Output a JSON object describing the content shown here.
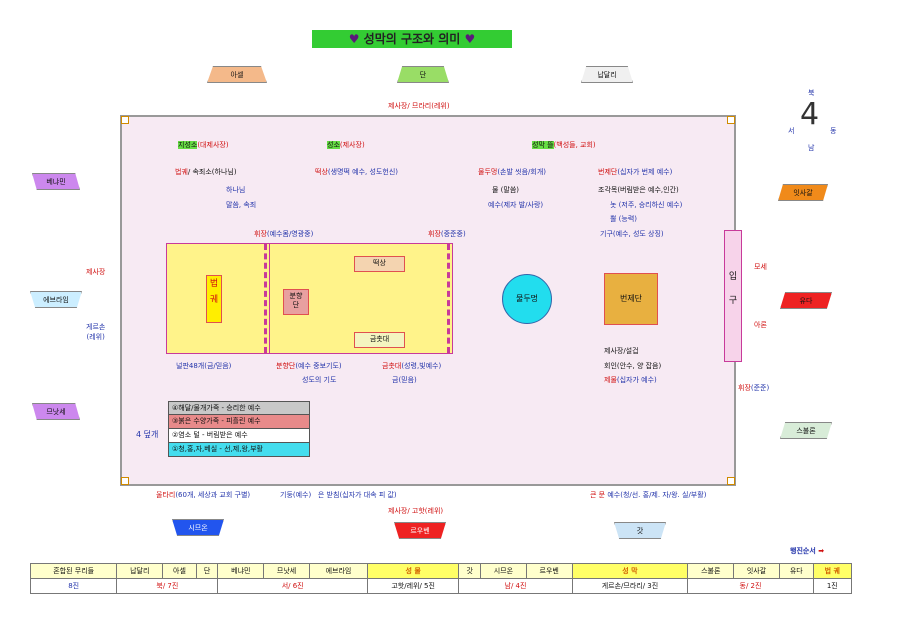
{
  "title": "성막의 구조와 의미",
  "tribes": {
    "asher": "아셀",
    "dan": "단",
    "naphtali": "납달리",
    "benjamin": "베냐민",
    "ephraim": "에브라임",
    "manasseh": "므낫세",
    "issachar": "잇사갈",
    "judah": "유다",
    "zebulun": "스불론",
    "simeon": "시므온",
    "reuben": "르우벤",
    "gad": "갓"
  },
  "sides": {
    "north": "제사장/ 므라리(레위)",
    "south": "제사장/ 고핫(레위)",
    "west_top": "제사장",
    "west_bottom": "게르손\n(레위)",
    "east_top": "모세",
    "east_bottom": "아론"
  },
  "compass": {
    "n": "북",
    "s": "남",
    "w": "서",
    "e": "동"
  },
  "headers": {
    "holiest_hl": "지성소",
    "holiest_rest": "(대제사장)",
    "holy_hl": "성소",
    "holy_rest": "(제사장)",
    "court_hl": "성막 뜰",
    "court_rest": "(백성들, 교회)"
  },
  "items": {
    "ark_red": "법궤",
    "ark_rest": "/ 속죄소(하나님)",
    "ark_sub1": "하나님",
    "ark_sub2": "말씀, 속죄",
    "table_red": "떡상",
    "table_rest": "(생명떡 예수, 성도헌신)",
    "laver_red": "물두멍",
    "laver_rest": "(손발 씻음/회개)",
    "laver_sub1": "물 (말씀)",
    "laver_sub2": "예수(제자 발/사랑)",
    "altar_red": "번제단",
    "altar_rest": "(십자가 번제 예수)",
    "altar_sub1": "조각목(버림받은 예수,인간)",
    "altar_sub2": "놋 (저주, 승리하신 예수)",
    "altar_sub3": "뿔 (능력)",
    "altar_sub4": "기구(예수, 성도 상징)",
    "veil1_red": "휘장",
    "veil1_rest": "(예수몸/영광중)",
    "veil2_red": "휘장",
    "veil2_rest": "(중준중)",
    "boards": "널판48개(금/믿음)",
    "incense_red": "분향단",
    "incense_rest": "(예수 중보기도)",
    "incense_sub": "성도의 기도",
    "lamp_red": "금촛대",
    "lamp_rest": "(성령,빛예수)",
    "lamp_sub": "금(믿음)",
    "priest1": "제사장/설겁",
    "priest2": "회인(안수, 양 잡음)",
    "priest3_red": "제물",
    "priest3_rest": "(십자가 예수)",
    "gate_veil_red": "휘장",
    "gate_veil_rest": "(준준)",
    "pillars_red": "울타리",
    "pillars_rest": "(60개, 세상과 교회 구별)",
    "pillar_mid": "기둥(예수)   은 받침(십자가 대속 피 값)",
    "gate_colors_red": "큰 문",
    "gate_colors_rest": " 예수(청/선. 홍/제. 자/왕. 실/부활)"
  },
  "boxes": {
    "ark": "법\n궤",
    "incense": "분향\n단",
    "table": "떡상",
    "lamp": "금촛대",
    "laver": "물두멍",
    "altar": "번제단",
    "gate": "입\n\n구"
  },
  "legend": {
    "title": "4 덮개",
    "rows": [
      "④해달/물개가죽 - 승리한 예수",
      "③붉은 수양가죽 - 피흘린 예수",
      "②염소 털 - 버림받은 예수",
      "①청,홍,자,베실 - 선,제,왕,부활"
    ],
    "colors": [
      "#c8c8c8",
      "#e88a8a",
      "#ffffff",
      "#44ddee"
    ]
  },
  "march_label": "행진순서",
  "bottom_table": {
    "top": [
      "혼합된 무리들",
      "납달리",
      "아셀",
      "단",
      "베냐민",
      "므낫세",
      "에브라임",
      "성 물",
      "갓",
      "시므온",
      "르우벤",
      "성 막",
      "스불론",
      "잇사갈",
      "유다",
      "법 궤"
    ],
    "bottom": [
      "8진",
      "북/ 7진",
      "서/ 6진",
      "고핫/레위/ 5진",
      "남/ 4진",
      "게르손/므라리/ 3진",
      "동/ 2진",
      "1진"
    ]
  }
}
